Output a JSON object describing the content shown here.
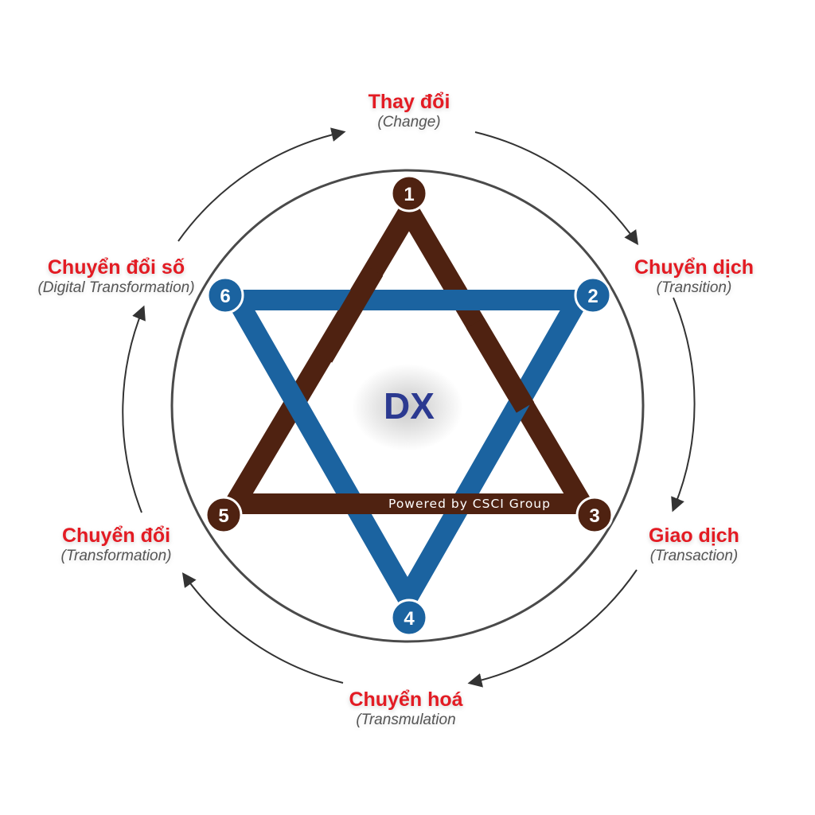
{
  "center_label": "DX",
  "credit": "Powered by CSCI Group",
  "colors": {
    "accent_red": "#e31b23",
    "brown": "#4f2211",
    "blue": "#1b63a0",
    "center_blue": "#2b3990",
    "ring": "#4a4a4a"
  },
  "nodes": [
    "1",
    "2",
    "3",
    "4",
    "5",
    "6"
  ],
  "stages": [
    {
      "title": "Thay đổi",
      "subtitle": "(Change)"
    },
    {
      "title": "Chuyển dịch",
      "subtitle": "(Transition)"
    },
    {
      "title": "Giao dịch",
      "subtitle": "(Transaction)"
    },
    {
      "title": "Chuyển hoá",
      "subtitle": "(Transmulation"
    },
    {
      "title": "Chuyển đổi",
      "subtitle": "(Transformation)"
    },
    {
      "title": "Chuyển đổi số",
      "subtitle": "(Digital Transformation)"
    }
  ]
}
